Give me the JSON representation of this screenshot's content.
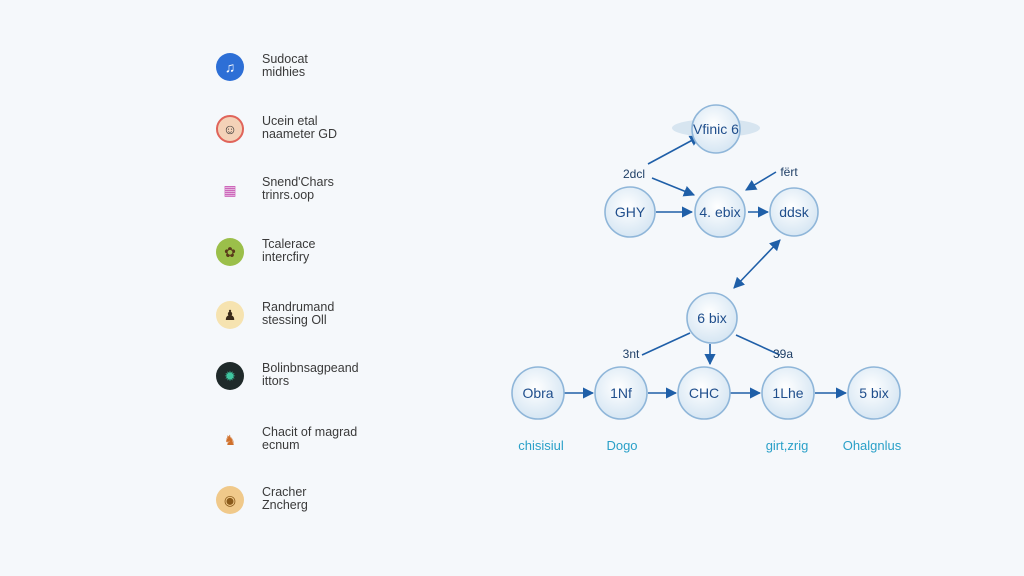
{
  "sidebar": {
    "items": [
      {
        "icon": "music-note-icon",
        "line1": "Sudocat",
        "line2": "midhies",
        "color": "#2d6fd6"
      },
      {
        "icon": "face-icon",
        "line1": "Ucein etal",
        "line2": "naameter GD",
        "color": "#e0645a"
      },
      {
        "icon": "shopping-icon",
        "line1": "Snend'Chars",
        "line2": "trinrs.oop",
        "color": "#c84fb0"
      },
      {
        "icon": "leaf-icon",
        "line1": "Tcalerace",
        "line2": "intercfiry",
        "color": "#7aa33a"
      },
      {
        "icon": "person-icon",
        "line1": "Randrumand",
        "line2": "stessing Oll",
        "color": "#d89a2a"
      },
      {
        "icon": "gear-icon",
        "line1": "Bolinbnsagpeand",
        "line2": "ittors",
        "color": "#1f2a2a"
      },
      {
        "icon": "figure-icon",
        "line1": "Chacit of magrad",
        "line2": "ecnum",
        "color": "#d8a23a"
      },
      {
        "icon": "coin-icon",
        "line1": "Cracher",
        "line2": "Zncherg",
        "color": "#d89a4a"
      }
    ]
  },
  "diagram": {
    "nodes": [
      {
        "id": "top",
        "label": "Vfinic 6"
      },
      {
        "id": "ghy",
        "label": "GHY"
      },
      {
        "id": "ebix",
        "label": "4. ebix"
      },
      {
        "id": "ddsk",
        "label": "ddsk"
      },
      {
        "id": "mid",
        "label": "6 bix"
      },
      {
        "id": "obra",
        "label": "Obra"
      },
      {
        "id": "inf",
        "label": "1Nf"
      },
      {
        "id": "chc",
        "label": "CHC"
      },
      {
        "id": "lhe",
        "label": "1Lhe"
      },
      {
        "id": "fivebix",
        "label": "5 bix"
      }
    ],
    "edge_labels": {
      "zdcl": "2dcl",
      "fert": "fërt",
      "snt": "3nt",
      "sba": "39a"
    },
    "captions": {
      "obra": "chisisiul",
      "inf": "Dogo",
      "lhe": "girt,zrig",
      "fivebix": "Ohalgnlus"
    }
  }
}
